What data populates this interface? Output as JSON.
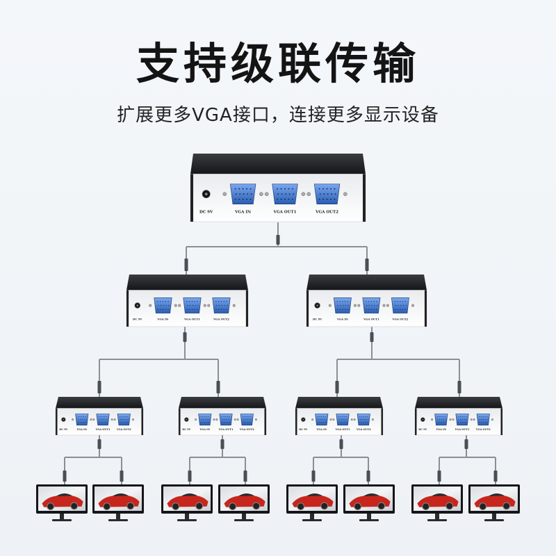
{
  "header": {
    "title": "支持级联传输",
    "subtitle": "扩展更多VGA接口，连接更多显示设备"
  },
  "device": {
    "power_label": "DC 9V",
    "port_labels": [
      "VGA IN",
      "VGA OUT1",
      "VGA OUT2"
    ]
  },
  "colors": {
    "cable": "#8a8f96",
    "case": "#1c1d20",
    "port": "#2b5fb0",
    "port_light": "#6f9fe6"
  }
}
